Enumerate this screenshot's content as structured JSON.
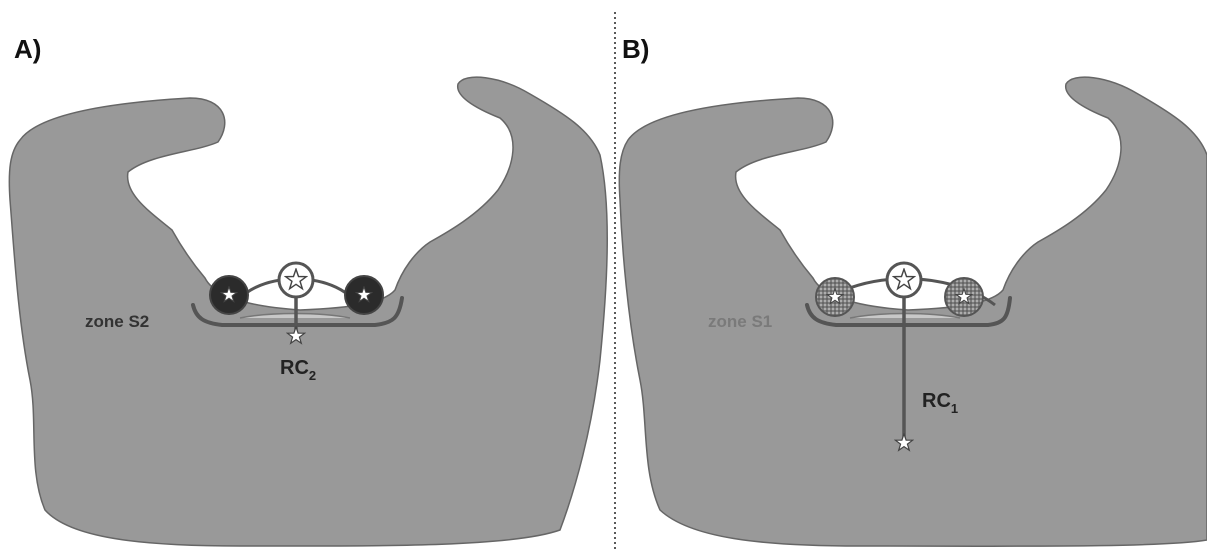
{
  "panels": [
    {
      "id": "A",
      "label": "A)",
      "zone": "zone S2",
      "rc": "RC",
      "rc_subscript": "2"
    },
    {
      "id": "B",
      "label": "B)",
      "zone": "zone S1",
      "rc": "RC",
      "rc_subscript": "1"
    }
  ],
  "colors": {
    "protein": "#999999",
    "outline": "#555555",
    "dark_disc": "#2b2b2b",
    "zone_s2_text": "#333333",
    "zone_s1_text": "#7a7a7a",
    "divider": "#222222"
  },
  "icons": {
    "site_marker": "star-icon",
    "flanking_A": "dark-disc",
    "flanking_B": "dotted-disc"
  }
}
